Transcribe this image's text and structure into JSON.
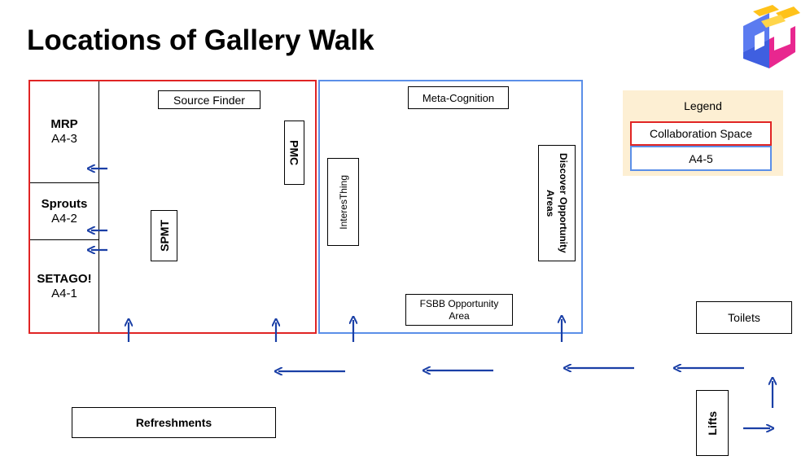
{
  "page_title": "Locations of Gallery Walk",
  "colors": {
    "collab_border": "#e02424",
    "a45_border": "#5b8fe8",
    "arrow": "#1a3fa6",
    "legend_bg": "#fdefd3"
  },
  "logo": {
    "icon": "cube-logo-icon"
  },
  "legend": {
    "title": "Legend",
    "collaboration": "Collaboration Space",
    "a45": "A4-5"
  },
  "rooms": [
    {
      "name": "MRP",
      "code": "A4-3"
    },
    {
      "name": "Sprouts",
      "code": "A4-2"
    },
    {
      "name": "SETAGO!",
      "code": "A4-1"
    }
  ],
  "stations": {
    "source_finder": "Source Finder",
    "pmc": "PMC",
    "spmt": "SPMT",
    "meta_cognition": "Meta-Cognition",
    "interesthing": "InteresThing",
    "discover": "Discover Opportunity Areas",
    "fsbb": "FSBB Opportunity Area"
  },
  "facilities": {
    "toilets": "Toilets",
    "lifts": "Lifts",
    "refreshments": "Refreshments"
  }
}
